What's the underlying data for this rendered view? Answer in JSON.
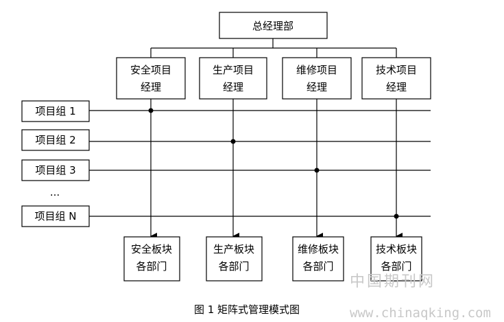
{
  "diagram": {
    "top": "总经理部",
    "managers": [
      [
        "安全项目",
        "经理"
      ],
      [
        "生产项目",
        "经理"
      ],
      [
        "维修项目",
        "经理"
      ],
      [
        "技术项目",
        "经理"
      ]
    ],
    "groups": [
      "项目组 1",
      "项目组 2",
      "项目组 3",
      "...",
      "项目组 N"
    ],
    "departments": [
      [
        "安全板块",
        "各部门"
      ],
      [
        "生产板块",
        "各部门"
      ],
      [
        "维修板块",
        "各部门"
      ],
      [
        "技术板块",
        "各部门"
      ]
    ]
  },
  "watermark": {
    "cn": "中国期刊网",
    "url": "www.chinaqking.com"
  },
  "caption": "图 1  矩阵式管理模式图"
}
